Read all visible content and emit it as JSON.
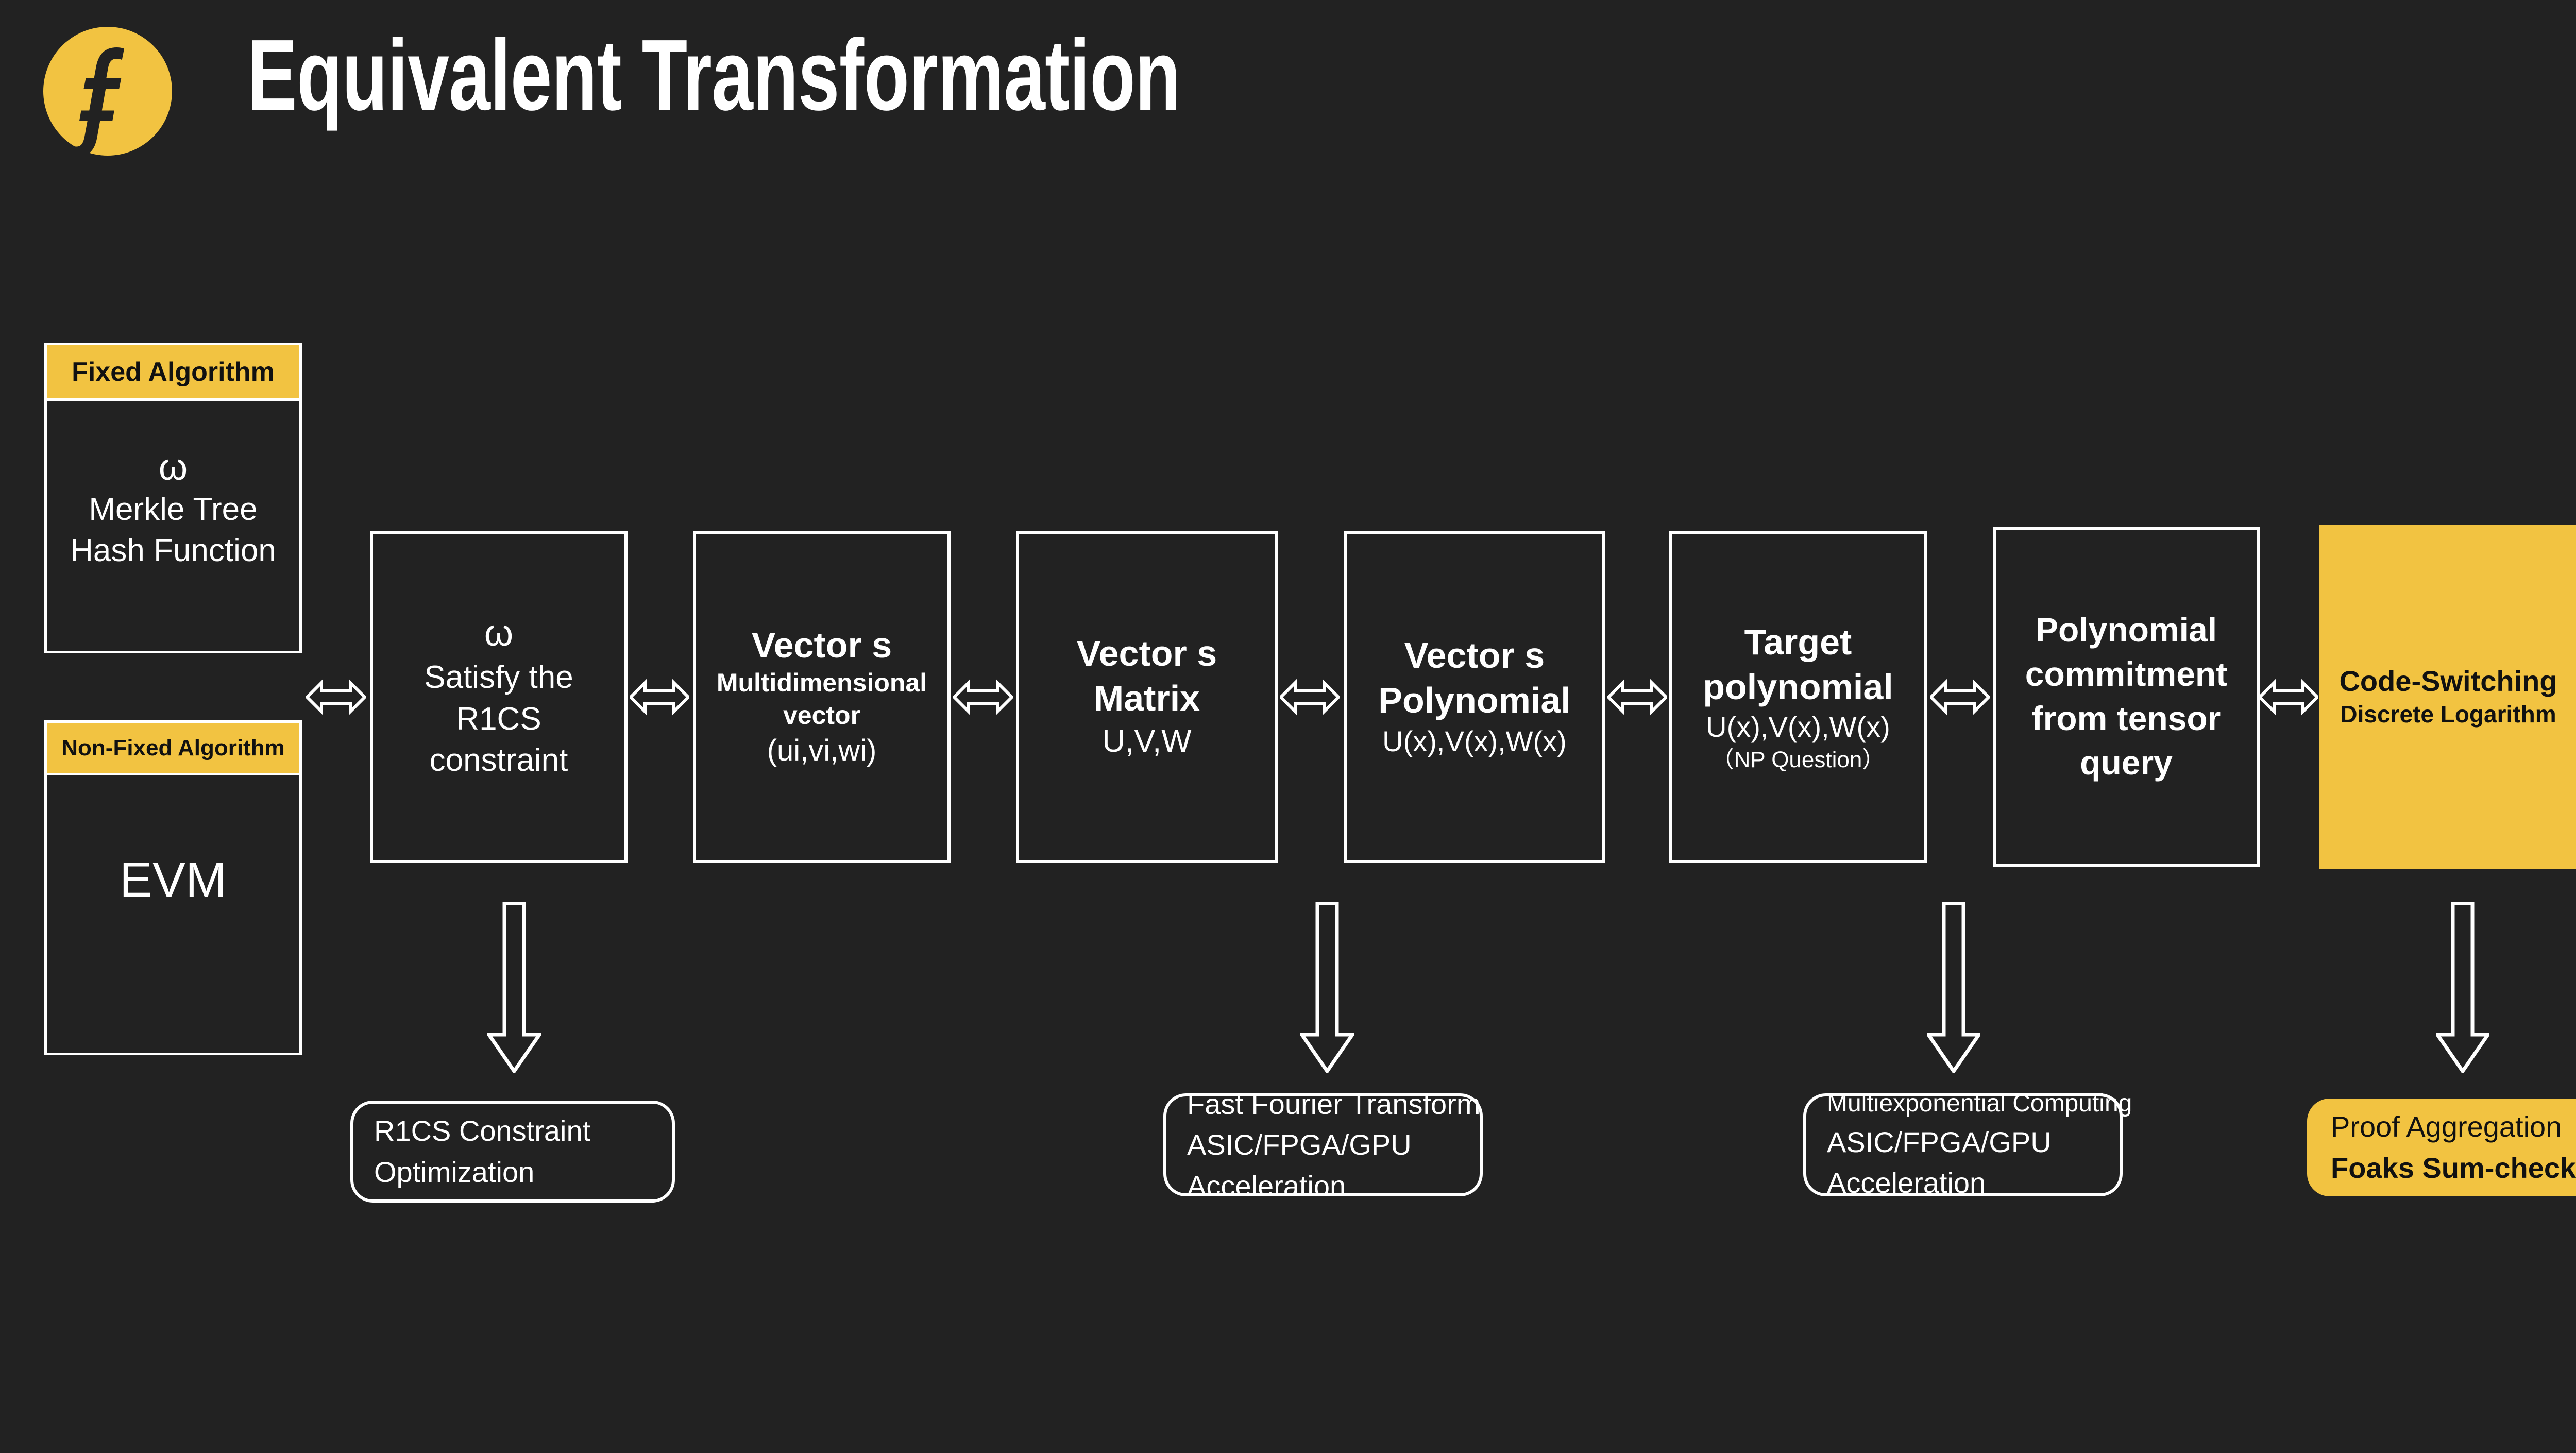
{
  "header": {
    "title": "Equivalent Transformation",
    "logo_icon": "filecoin-f-logo",
    "logo_color": "#F2C341"
  },
  "theme": {
    "background": "#222222",
    "accent_yellow": "#F2C341",
    "stroke_white": "#FFFFFF",
    "text_light": "#FFFFFF",
    "text_dark": "#111111"
  },
  "left_column": {
    "fixed": {
      "header": "Fixed Algorithm",
      "symbol": "ω",
      "lines": [
        "Merkle Tree",
        "Hash Function"
      ]
    },
    "non_fixed": {
      "header": "Non-Fixed Algorithm",
      "body": "EVM"
    }
  },
  "pipeline": [
    {
      "id": "r1cs",
      "symbol": "ω",
      "title": "Satisfy the R1CS constraint",
      "title_lines": [
        "Satisfy the",
        "R1CS",
        "constraint"
      ],
      "style": "outline",
      "title_weight": "regular"
    },
    {
      "id": "vector-s-multidim",
      "title": "Vector s",
      "sub_bold_lines": [
        "Multidimensional",
        "vector"
      ],
      "sub_regular": "(ui,vi,wi)",
      "style": "outline"
    },
    {
      "id": "vector-s-matrix",
      "title_lines": [
        "Vector s",
        "Matrix"
      ],
      "sub_regular": "U,V,W",
      "style": "outline"
    },
    {
      "id": "vector-s-polynomial",
      "title_lines": [
        "Vector s",
        "Polynomial"
      ],
      "sub_regular": "U(x),V(x),W(x)",
      "style": "outline"
    },
    {
      "id": "target-polynomial",
      "title_lines": [
        "Target",
        "polynomial"
      ],
      "sub_regular": "U(x),V(x),W(x)",
      "sub_small": "（NP Question）",
      "style": "outline"
    },
    {
      "id": "polynomial-commitment",
      "title_lines": [
        "Polynomial",
        "commitment",
        "from tensor",
        "query"
      ],
      "style": "outline"
    },
    {
      "id": "code-switching",
      "title": "Code-Switching",
      "sub_bold": "Discrete Logarithm",
      "style": "filled-yellow"
    }
  ],
  "notes": [
    {
      "id": "r1cs-optimization",
      "lines": [
        "R1CS Constraint",
        "Optimization"
      ],
      "style": "outline",
      "line_styles": [
        "regular",
        "regular"
      ]
    },
    {
      "id": "fft-acceleration",
      "lines": [
        "Fast Fourier Transform",
        "ASIC/FPGA/GPU",
        "Acceleration"
      ],
      "style": "outline",
      "line_styles": [
        "regular",
        "regular",
        "regular"
      ]
    },
    {
      "id": "msm-acceleration",
      "lines": [
        "Multiexponential Computing",
        "ASIC/FPGA/GPU",
        "Acceleration"
      ],
      "style": "outline",
      "line_styles": [
        "small",
        "regular",
        "regular"
      ]
    },
    {
      "id": "proof-aggregation",
      "lines": [
        "Proof Aggregation",
        "Foaks Sum-check Protocol"
      ],
      "style": "filled-yellow",
      "line_styles": [
        "regular",
        "bold"
      ]
    }
  ],
  "arrows": {
    "horizontal_icon": "double-headed-arrow-icon",
    "vertical_icon": "down-arrow-icon",
    "horizontal_count": 7,
    "vertical_count": 4
  }
}
